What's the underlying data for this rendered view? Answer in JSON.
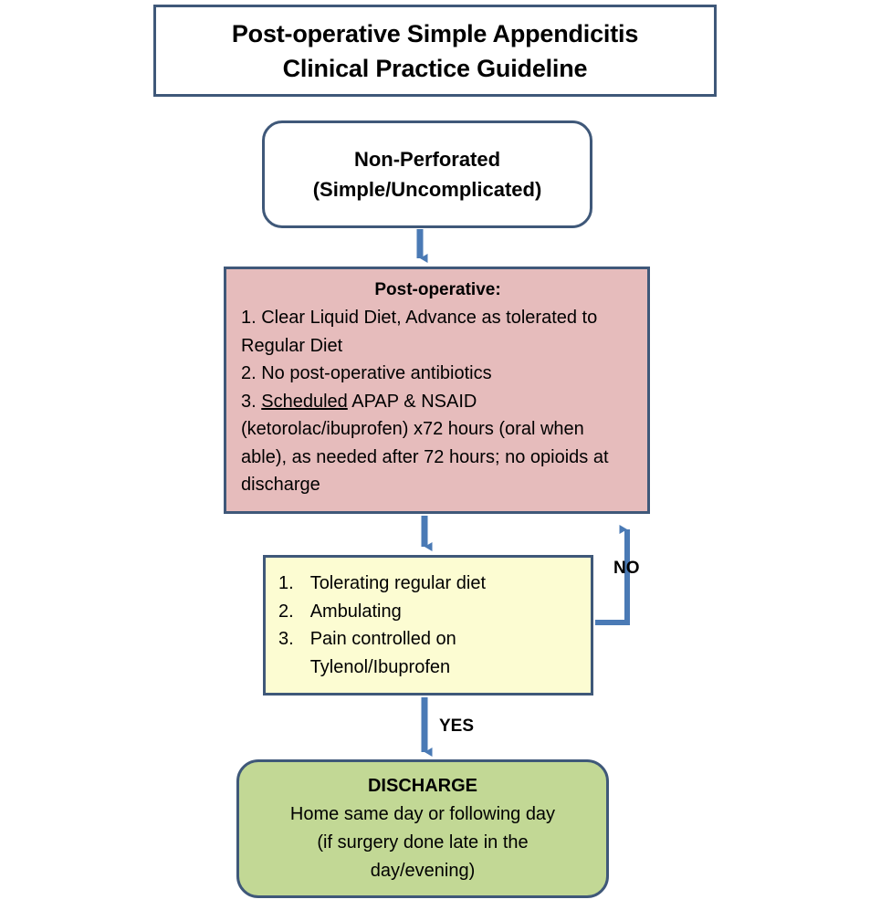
{
  "title_box": {
    "line1": "Post-operative Simple Appendicitis",
    "line2": "Clinical Practice Guideline"
  },
  "diagnosis_box": {
    "line1": "Non-Perforated",
    "line2": "(Simple/Uncomplicated)"
  },
  "postop_box": {
    "heading": "Post-operative:",
    "item1": "1. Clear Liquid Diet, Advance as tolerated to Regular Diet",
    "item2": "2. No post-operative antibiotics",
    "item3_prefix": "3. ",
    "item3_underlined": "Scheduled",
    "item3_rest": " APAP & NSAID (ketorolac/ibuprofen) x72 hours (oral when able), as needed after 72 hours; no opioids at discharge"
  },
  "criteria_box": {
    "items": [
      {
        "num": "1.",
        "text": "Tolerating regular diet"
      },
      {
        "num": "2.",
        "text": "Ambulating"
      },
      {
        "num": "3.",
        "text": "Pain controlled on Tylenol/Ibuprofen"
      }
    ]
  },
  "discharge_box": {
    "heading": "DISCHARGE",
    "line1": "Home same day or following day",
    "line2": "(if surgery done late in the",
    "line3": "day/evening)"
  },
  "edges": {
    "no_label": "NO",
    "yes_label": "YES"
  },
  "colors": {
    "border": "#3f5879",
    "arrow": "#4a7ab5",
    "postop_fill": "#e6bcbc",
    "criteria_fill": "#fcfcd2",
    "discharge_fill": "#c2d895",
    "page_background": "#ffffff"
  }
}
